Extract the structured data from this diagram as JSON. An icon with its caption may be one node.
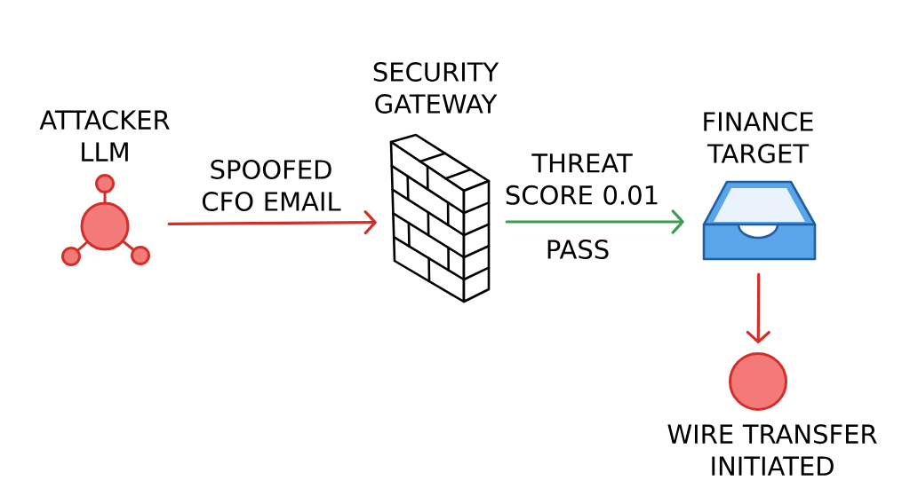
{
  "diagram": {
    "nodes": [
      {
        "text": [
          "ATTACKER LLM"
        ]
      },
      {
        "text": [
          "SECURITY GATEWAY"
        ]
      },
      {
        "text": [
          "FINANCE TARGET"
        ]
      },
      {
        "text": [
          "WIRE TRANSFER INITIATED"
        ]
      }
    ],
    "edges": [
      {
        "from": 0,
        "to": 1,
        "arrow": "to",
        "label": "SPOOFED CFO EMAIL"
      },
      {
        "from": 1,
        "to": 2,
        "arrow": "to",
        "label": "THREAT SCORE 0.01",
        "color": "#3a9e4f"
      },
      {
        "from": 2,
        "to": 3,
        "arrow": "to"
      }
    ],
    "labels": [
      "PASS"
    ]
  }
}
